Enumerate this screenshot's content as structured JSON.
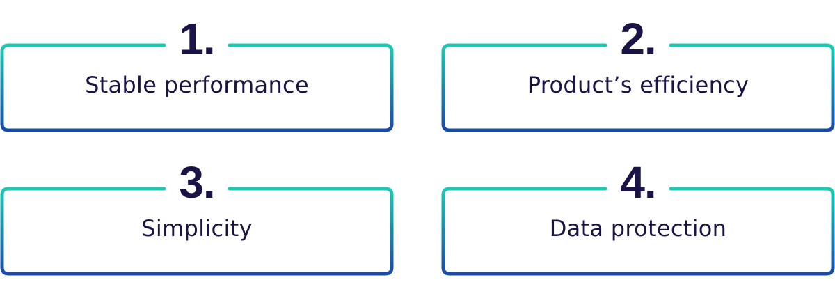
{
  "colors": {
    "gradient_top": "#1ec8b4",
    "gradient_bottom": "#1a4aa8",
    "text": "#1a1446",
    "background": "#ffffff"
  },
  "cards": [
    {
      "number": "1.",
      "label": "Stable performance"
    },
    {
      "number": "2.",
      "label": "Product’s efficiency"
    },
    {
      "number": "3.",
      "label": "Simplicity"
    },
    {
      "number": "4.",
      "label": "Data protection"
    }
  ]
}
